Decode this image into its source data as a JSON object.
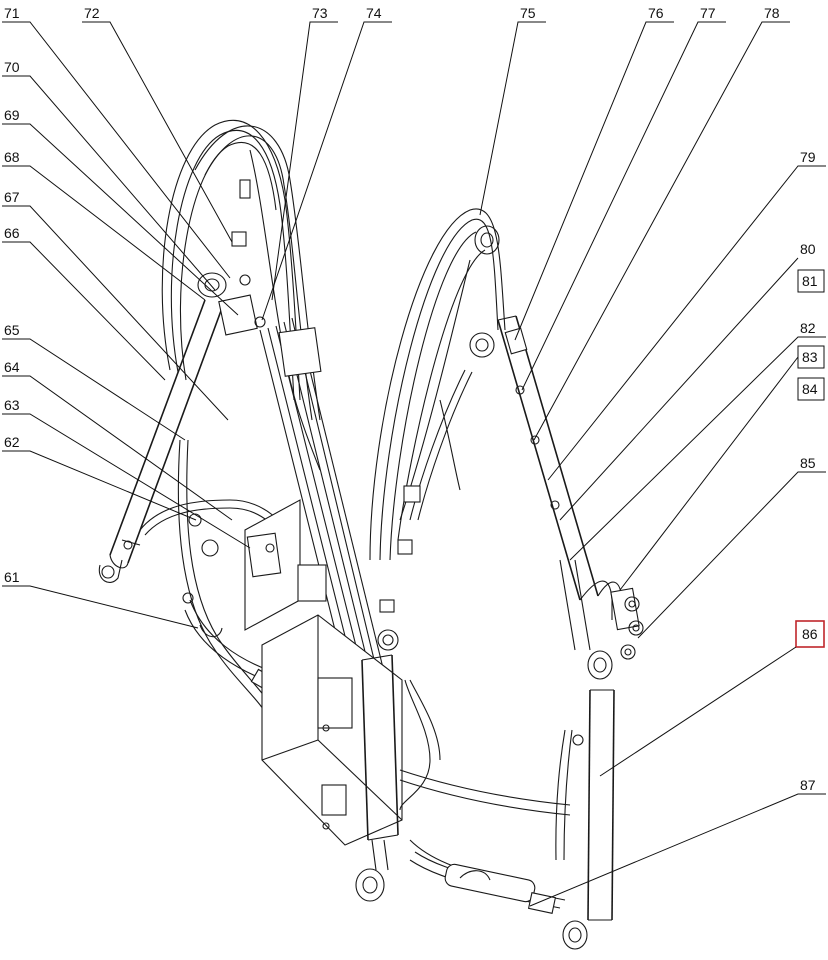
{
  "figure": {
    "left_labels": [
      {
        "id": "71",
        "text": "71"
      },
      {
        "id": "70",
        "text": "70"
      },
      {
        "id": "69",
        "text": "69"
      },
      {
        "id": "68",
        "text": "68"
      },
      {
        "id": "67",
        "text": "67"
      },
      {
        "id": "66",
        "text": "66"
      },
      {
        "id": "65",
        "text": "65"
      },
      {
        "id": "64",
        "text": "64"
      },
      {
        "id": "63",
        "text": "63"
      },
      {
        "id": "62",
        "text": "62"
      },
      {
        "id": "61",
        "text": "61"
      }
    ],
    "top_labels": [
      {
        "id": "72",
        "text": "72"
      },
      {
        "id": "73",
        "text": "73"
      },
      {
        "id": "74",
        "text": "74"
      },
      {
        "id": "75",
        "text": "75"
      },
      {
        "id": "76",
        "text": "76"
      },
      {
        "id": "77",
        "text": "77"
      },
      {
        "id": "78",
        "text": "78"
      }
    ],
    "right_labels": [
      {
        "id": "79",
        "text": "79"
      },
      {
        "id": "80",
        "text": "80"
      },
      {
        "id": "81",
        "text": "81"
      },
      {
        "id": "82",
        "text": "82"
      },
      {
        "id": "83",
        "text": "83"
      },
      {
        "id": "84",
        "text": "84"
      },
      {
        "id": "85",
        "text": "85"
      },
      {
        "id": "86",
        "text": "86"
      },
      {
        "id": "87",
        "text": "87"
      }
    ],
    "highlight_color": "#c0262b"
  }
}
